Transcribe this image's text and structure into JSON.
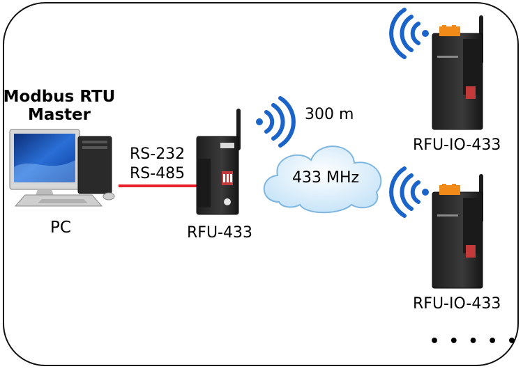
{
  "master_label": [
    "Modbus RTU",
    "Master"
  ],
  "pc_label": "PC",
  "link_labels": [
    "RS-232",
    "RS-485"
  ],
  "gateway_label": "RFU-433",
  "range_label": "300 m",
  "frequency_label": "433 MHz",
  "remote_io_labels": [
    "RFU-IO-433",
    "RFU-IO-433"
  ],
  "more_indicator": "• • • • • •",
  "colors": {
    "serial_cable": "#e8212b",
    "wifi_blue": "#1a63c9",
    "device_body": "#2b2b2b",
    "terminal_orange": "#f28a1a",
    "cloud_fill": "#d9ecf9",
    "cloud_outline": "#7fb6df",
    "frame_border": "#111111"
  },
  "icons": {
    "computer": "desktop-computer-icon",
    "gateway": "rfu-433-device-icon",
    "remote_io": "rfu-io-433-device-icon",
    "wireless": "wifi-signal-icon",
    "cloud": "cloud-icon"
  }
}
